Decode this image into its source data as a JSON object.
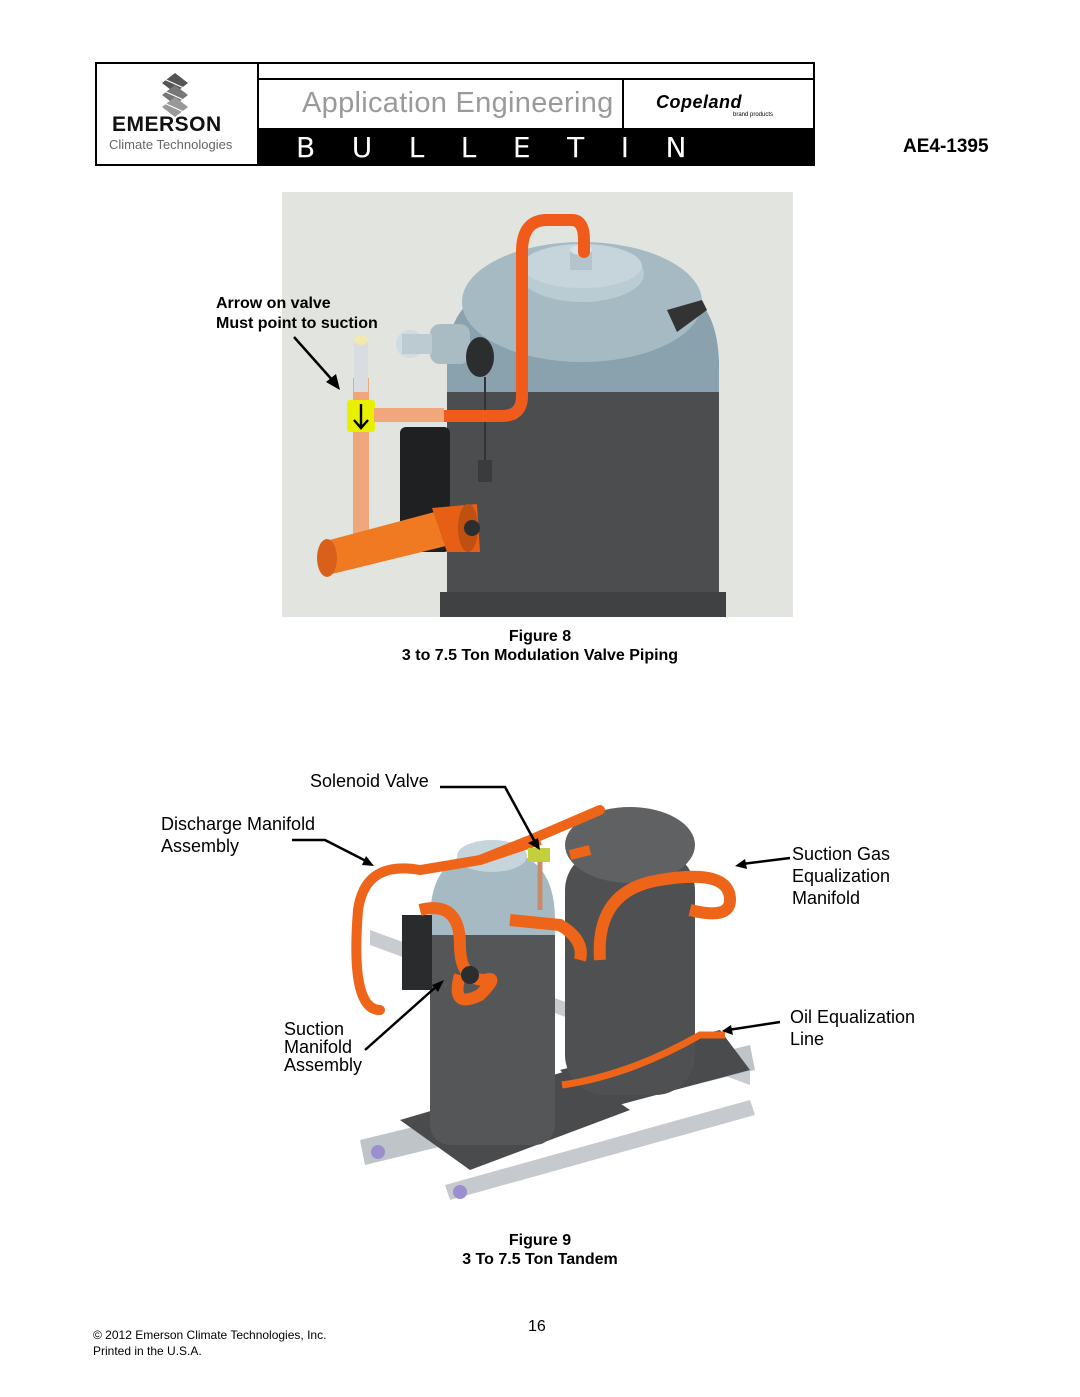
{
  "header": {
    "company": "EMERSON",
    "division": "Climate Technologies",
    "app_eng": "Application Engineering",
    "brand": "Copeland",
    "brand_sub": "brand products",
    "bulletin": "BULLETIN",
    "doc_number": "AE4-1395"
  },
  "figure8": {
    "note_line1": "Arrow on valve",
    "note_line2": "Must point to suction",
    "caption_number": "Figure 8",
    "caption_title": "3 to 7.5 Ton Modulation Valve Piping"
  },
  "figure9": {
    "solenoid_valve": "Solenoid Valve",
    "discharge_line1": "Discharge Manifold",
    "discharge_line2": "Assembly",
    "suction_gas_line1": "Suction Gas",
    "suction_gas_line2": "Equalization",
    "suction_gas_line3": "Manifold",
    "oil_line1": "Oil Equalization",
    "oil_line2": "Line",
    "suction_line1": "Suction",
    "suction_line2": "Manifold",
    "suction_line3": "Assembly",
    "caption_number": "Figure 9",
    "caption_title": "3 To 7.5 Ton Tandem"
  },
  "footer": {
    "copyright": "© 2012 Emerson Climate Technologies, Inc.",
    "printed": "Printed in the U.S.A.",
    "page": "16"
  }
}
